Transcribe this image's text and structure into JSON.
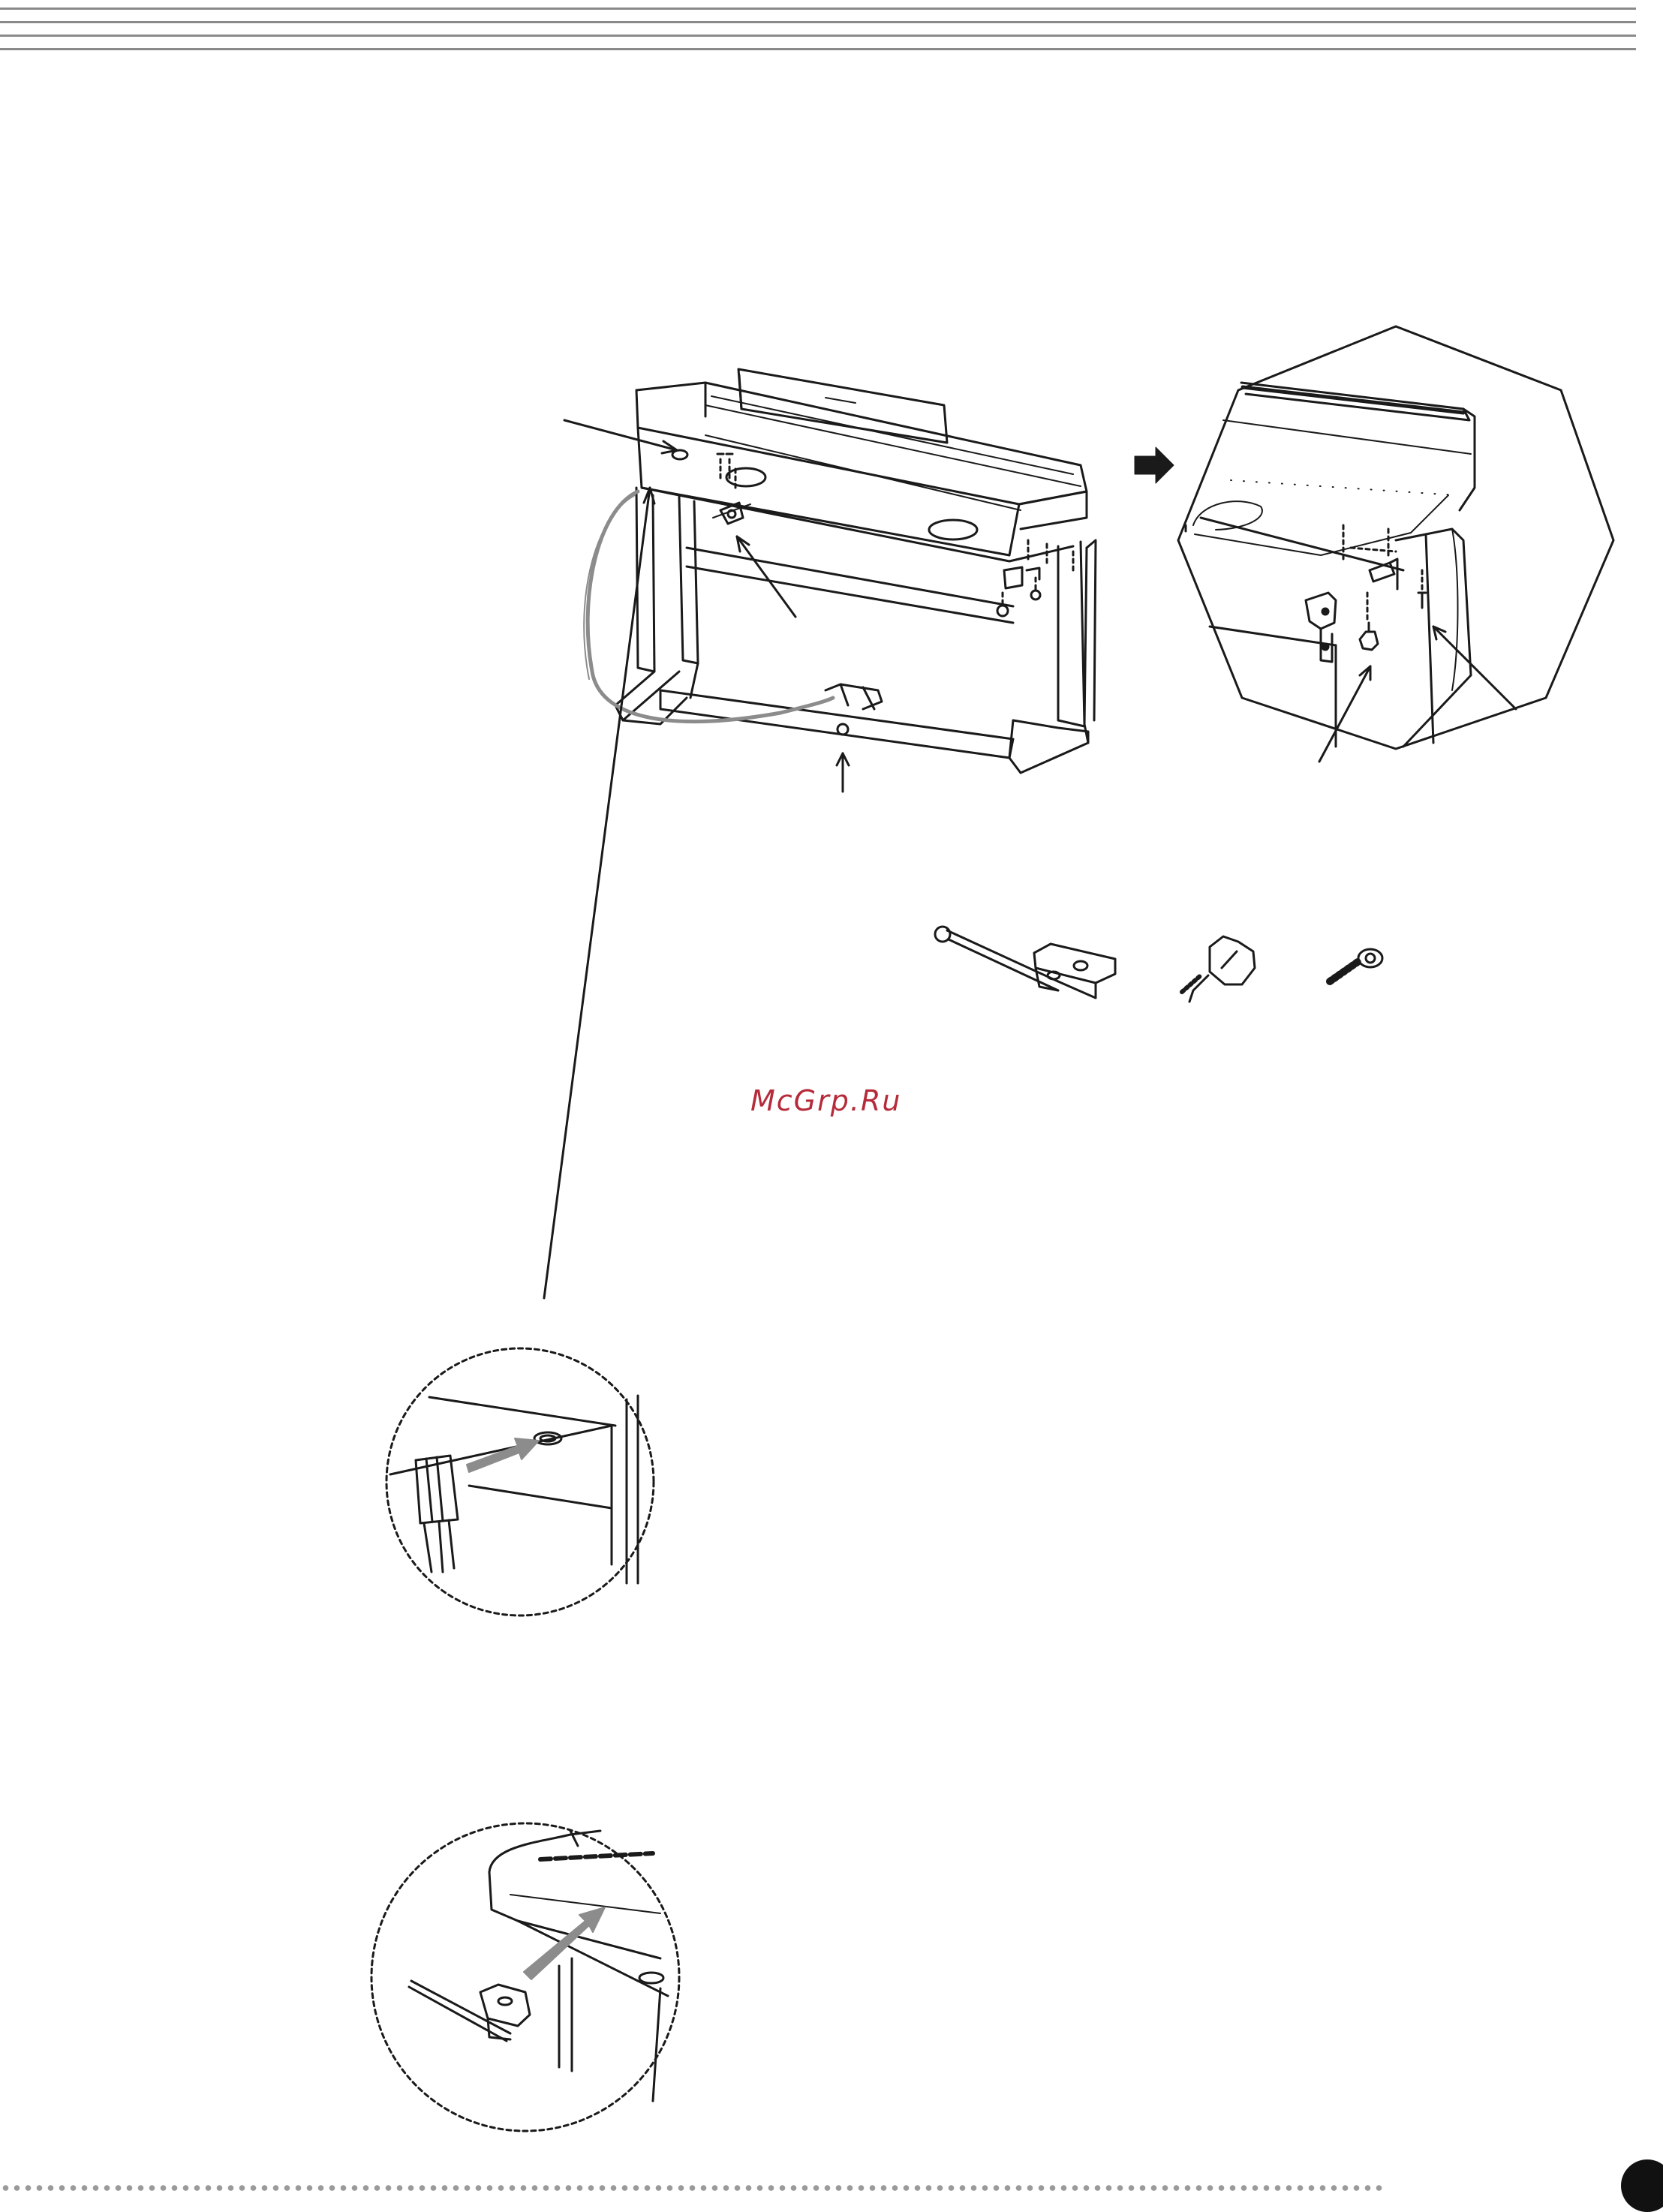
{
  "watermark": {
    "text": "McGrp.Ru",
    "color": "#b52b3a"
  },
  "page_number": "",
  "colors": {
    "line": "#1a1a1a",
    "cable": "#8c8c8c",
    "header_rule": "#8a8a8a",
    "footer_dot": "#9a9a9a"
  },
  "figures": [
    {
      "name": "piano-assembly-diagram",
      "icon": "digital-piano-stand-icon"
    },
    {
      "name": "hexagon-zoom-bracket-detail",
      "icon": "bracket-detail-icon"
    },
    {
      "name": "parts-bracket-rod",
      "icon": "bracket-rod-icon"
    },
    {
      "name": "parts-thumb-screw",
      "icon": "thumb-screw-icon"
    },
    {
      "name": "parts-bolt",
      "icon": "bolt-icon"
    },
    {
      "name": "circle-detail-cable-connector",
      "icon": "cable-connector-icon"
    },
    {
      "name": "circle-detail-bracket-insert",
      "icon": "bracket-insert-icon"
    }
  ]
}
